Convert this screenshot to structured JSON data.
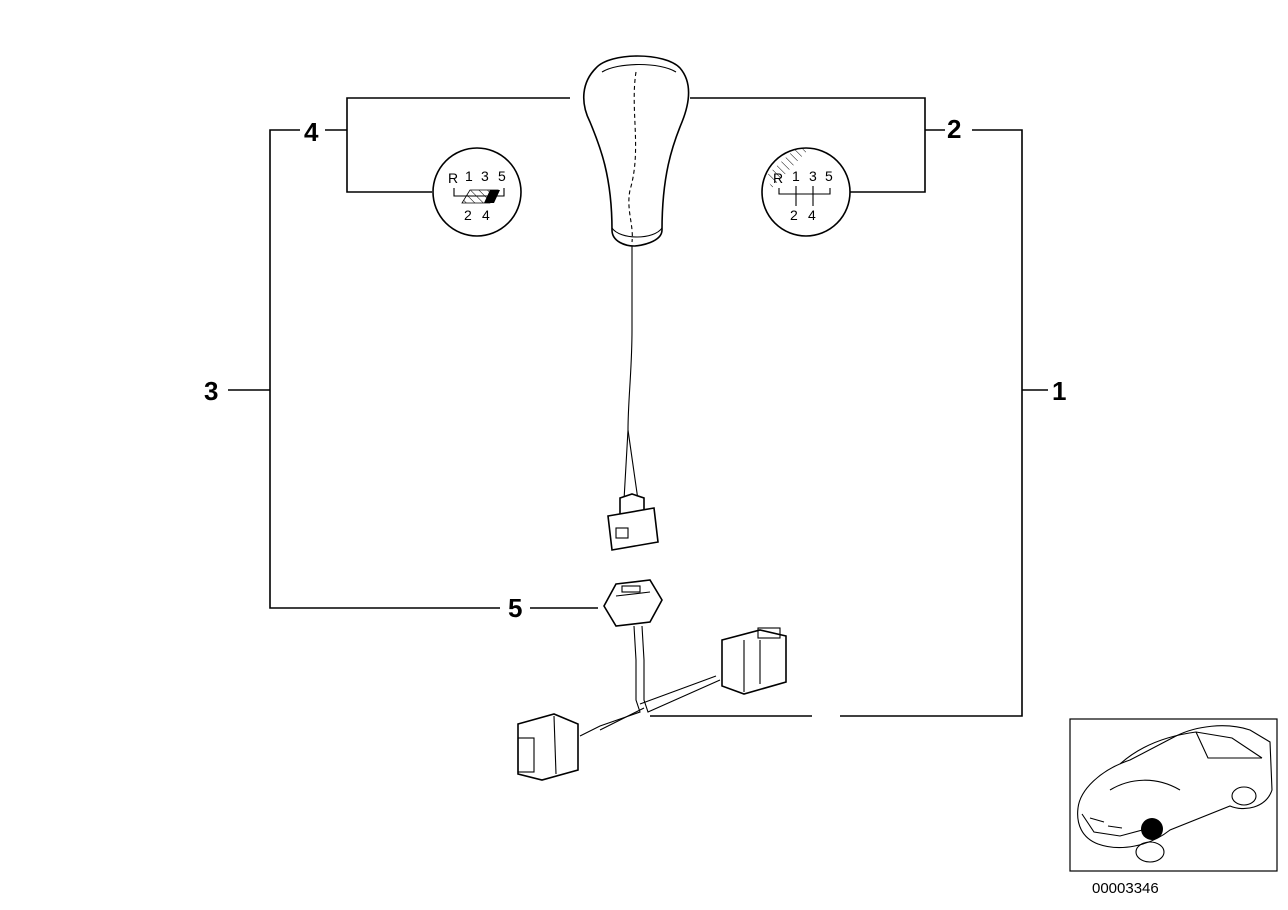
{
  "callouts": {
    "c1": "1",
    "c2": "2",
    "c3": "3",
    "c4": "4",
    "c5": "5"
  },
  "shift_pattern_left": {
    "top": [
      "R",
      "1",
      "3",
      "5"
    ],
    "bottom": [
      "2",
      "4"
    ]
  },
  "shift_pattern_right": {
    "top": [
      "R",
      "1",
      "3",
      "5"
    ],
    "bottom": [
      "2",
      "4"
    ]
  },
  "diagram_id": "00003346",
  "icons": {
    "knob": "gear-knob-illustration",
    "car": "car-location-thumbnail",
    "location_marker": "black-dot-marker"
  }
}
